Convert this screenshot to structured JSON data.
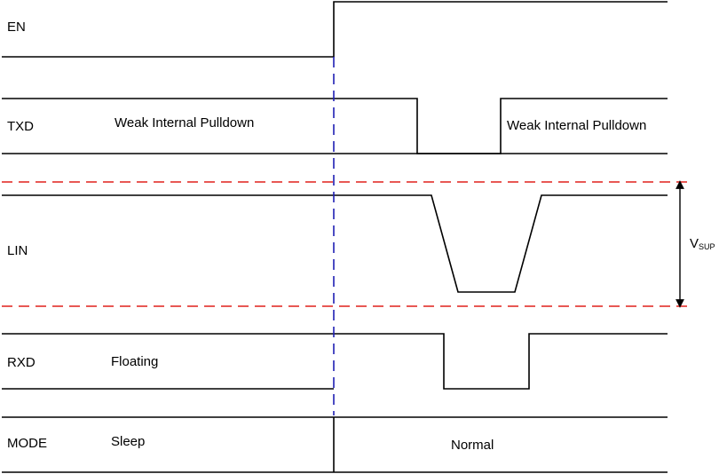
{
  "signals": {
    "en": {
      "name": "EN"
    },
    "txd": {
      "name": "TXD",
      "note_before": "Weak Internal Pulldown",
      "note_after": "Weak Internal Pulldown"
    },
    "lin": {
      "name": "LIN"
    },
    "rxd": {
      "name": "RXD",
      "note_before": "Floating"
    },
    "mode": {
      "name": "MODE",
      "state_before": "Sleep",
      "state_after": "Normal"
    }
  },
  "vsup": {
    "main": "V",
    "sub": "SUP"
  },
  "colors": {
    "trace": "#000000",
    "supply_ref": "#e0201b",
    "event_marker": "#1f1fb4"
  }
}
